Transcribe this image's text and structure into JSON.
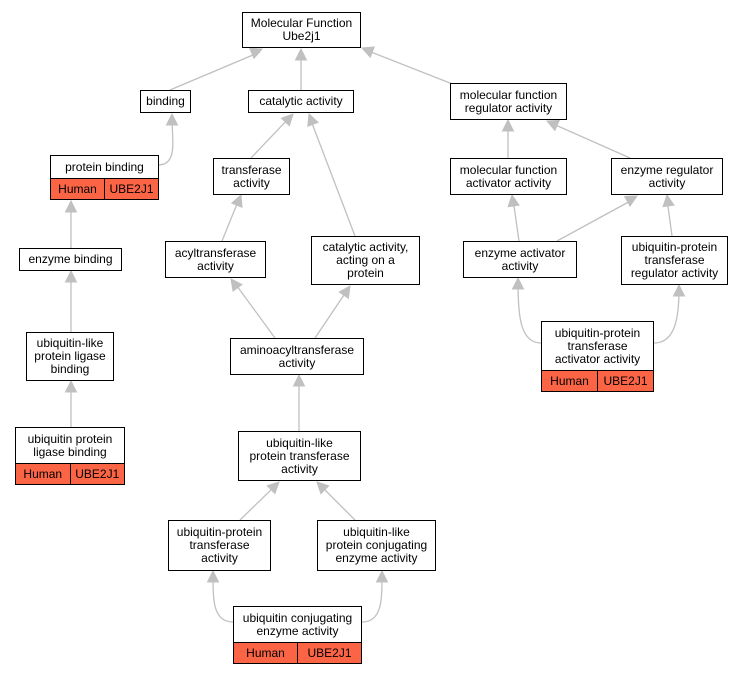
{
  "edge_color": "#c0c0c0",
  "annotation_color": "#fb6444",
  "nodes": {
    "root": {
      "label": "Molecular Function\nUbe2j1"
    },
    "binding": {
      "label": "binding"
    },
    "catalytic": {
      "label": "catalytic activity"
    },
    "mfreg": {
      "label": "molecular function\nregulator activity"
    },
    "protbind": {
      "label": "protein binding",
      "species": "Human",
      "gene": "UBE2J1"
    },
    "transferase": {
      "label": "transferase\nactivity"
    },
    "mfact": {
      "label": "molecular function\nactivator activity"
    },
    "enzreg": {
      "label": "enzyme regulator\nactivity"
    },
    "enzbind": {
      "label": "enzyme binding"
    },
    "acyltrans": {
      "label": "acyltransferase\nactivity"
    },
    "catprot": {
      "label": "catalytic activity,\nacting on a\nprotein"
    },
    "enzact": {
      "label": "enzyme activator\nactivity"
    },
    "ubregact": {
      "label": "ubiquitin-protein\ntransferase\nregulator activity"
    },
    "ubllig": {
      "label": "ubiquitin-like\nprotein ligase\nbinding"
    },
    "aminoacyl": {
      "label": "aminoacyltransferase\nactivity"
    },
    "ubactact": {
      "label": "ubiquitin-protein\ntransferase\nactivator activity",
      "species": "Human",
      "gene": "UBE2J1"
    },
    "ubligbind": {
      "label": "ubiquitin protein\nligase binding",
      "species": "Human",
      "gene": "UBE2J1"
    },
    "ublprot": {
      "label": "ubiquitin-like\nprotein transferase\nactivity"
    },
    "ubprottrans": {
      "label": "ubiquitin-protein\ntransferase\nactivity"
    },
    "ublconj": {
      "label": "ubiquitin-like\nprotein conjugating\nenzyme activity"
    },
    "ubconj": {
      "label": "ubiquitin conjugating\nenzyme activity",
      "species": "Human",
      "gene": "UBE2J1"
    }
  }
}
